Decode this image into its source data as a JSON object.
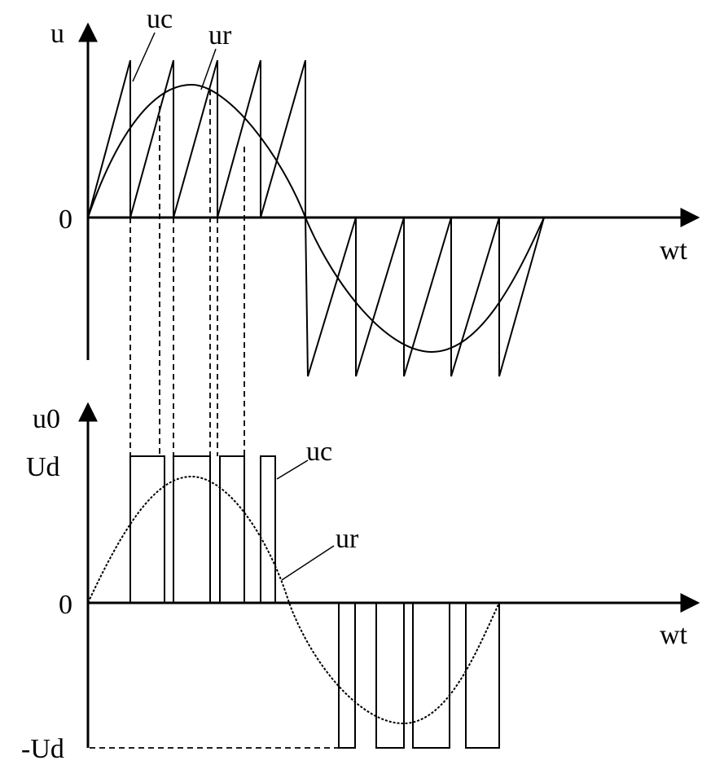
{
  "top_plot": {
    "y_axis_label": "u",
    "x_axis_label": "wt",
    "origin_label": "0",
    "carrier_label": "uc",
    "reference_label": "ur"
  },
  "bottom_plot": {
    "y_axis_label": "u0",
    "x_axis_label": "wt",
    "origin_label": "0",
    "positive_level_label": "Ud",
    "negative_level_label": "-Ud",
    "carrier_label": "uc",
    "reference_label": "ur"
  }
}
